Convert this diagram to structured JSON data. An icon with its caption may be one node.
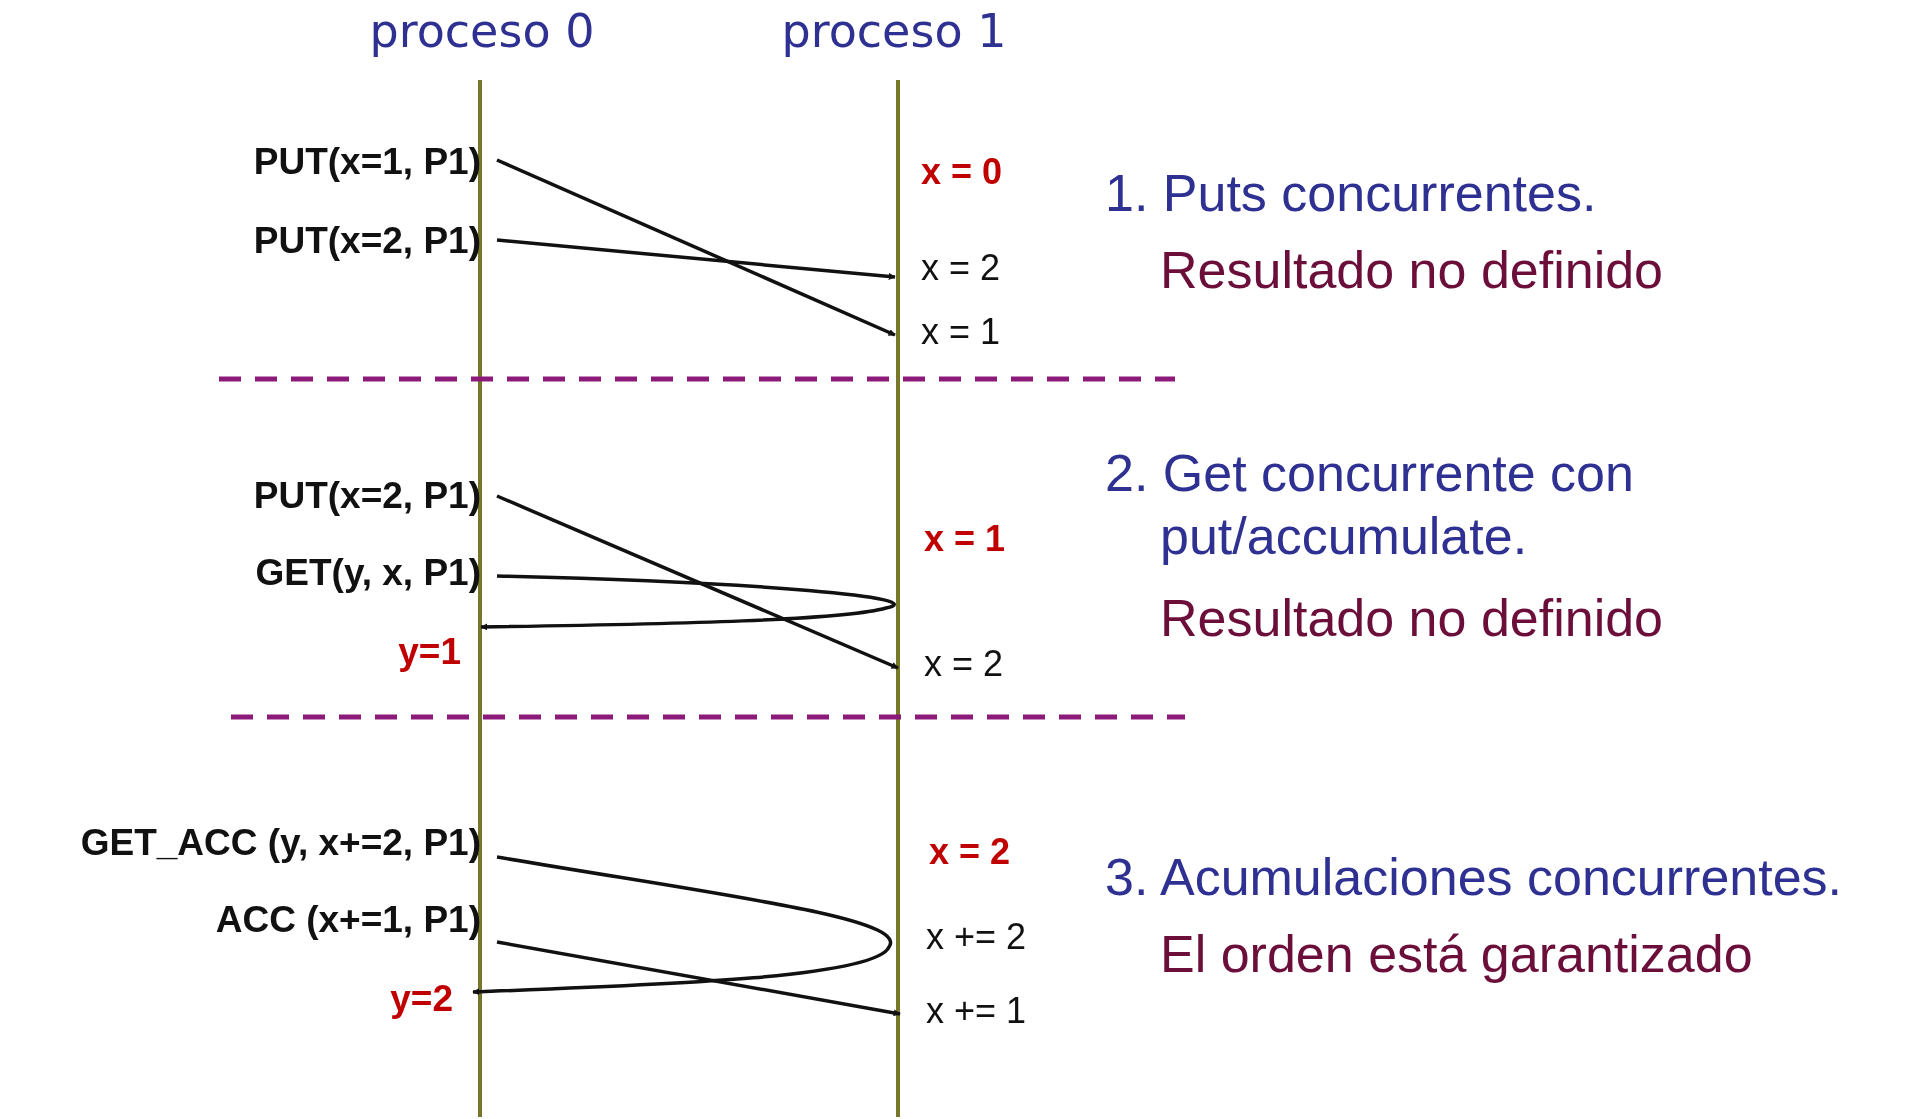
{
  "diagram": {
    "nodes": [
      {
        "text": [
          "PUT(x=1, P1)"
        ]
      },
      {
        "text": [
          "PUT(x=2, P1)"
        ]
      },
      {
        "text": [
          "x = 2"
        ]
      },
      {
        "text": [
          "x = 1"
        ]
      },
      {
        "text": [
          "PUT(x=2, P1)"
        ]
      },
      {
        "text": [
          "GET(y, x, P1)"
        ]
      },
      {
        "text": [
          "y=1"
        ]
      },
      {
        "text": [
          "x = 2"
        ]
      },
      {
        "text": [
          "GET_ACC (y, x+=2, P1)"
        ]
      },
      {
        "text": [
          "ACC (x+=1, P1)"
        ]
      },
      {
        "text": [
          "y=2"
        ]
      },
      {
        "text": [
          "x += 1"
        ]
      }
    ],
    "edges": [
      {
        "from": 0,
        "to": 3,
        "arrow": "to"
      },
      {
        "from": 1,
        "to": 2,
        "arrow": "to"
      },
      {
        "from": 4,
        "to": 7,
        "arrow": "to"
      },
      {
        "from": 5,
        "to": 6,
        "arrow": "to"
      },
      {
        "from": 8,
        "to": 10,
        "arrow": "to"
      },
      {
        "from": 9,
        "to": 11,
        "arrow": "to"
      }
    ],
    "labels": [
      "proceso 0",
      "proceso 1",
      "x = 0",
      "1. Puts concurrentes.",
      "Resultado no definido",
      "x = 1",
      "2. Get concurrente con put/accumulate.",
      "Resultado no definido",
      "x = 2",
      "x += 2",
      "3. Acumulaciones concurrentes.",
      "El orden está garantizado"
    ]
  }
}
